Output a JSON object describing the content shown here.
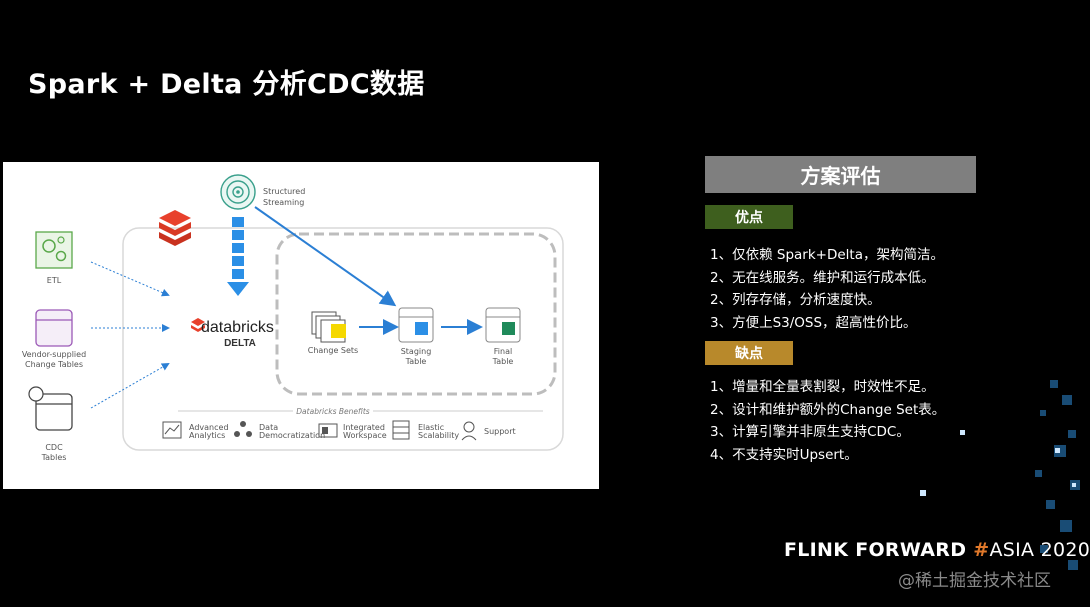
{
  "slide": {
    "title": "Spark + Delta 分析CDC数据"
  },
  "diagram": {
    "sources": [
      {
        "label": "ETL",
        "icon": "gear-icon"
      },
      {
        "label_line1": "Vendor-supplied",
        "label_line2": "Change Tables",
        "icon": "table-icon"
      },
      {
        "label_line1": "CDC",
        "label_line2": "Tables",
        "icon": "cdc-table-icon"
      }
    ],
    "streaming_line1": "Structured",
    "streaming_line2": "Streaming",
    "databricks_logo": "databricks",
    "delta_label": "DELTA",
    "change_sets": "Change Sets",
    "staging_line1": "Staging",
    "staging_line2": "Table",
    "final_line1": "Final",
    "final_line2": "Table",
    "benefits_title": "Databricks Benefits",
    "benefits": [
      {
        "line1": "Advanced",
        "line2": "Analytics"
      },
      {
        "line1": "Data",
        "line2": "Democratization"
      },
      {
        "line1": "Integrated",
        "line2": "Workspace"
      },
      {
        "line1": "Elastic",
        "line2": "Scalability"
      },
      {
        "line1": "Support",
        "line2": ""
      }
    ]
  },
  "evaluation": {
    "header": "方案评估",
    "pros_tag": "优点",
    "pros": [
      "1、仅依赖 Spark+Delta，架构简洁。",
      "2、无在线服务。维护和运行成本低。",
      "2、列存存储，分析速度快。",
      "3、方便上S3/OSS，超高性价比。"
    ],
    "cons_tag": "缺点",
    "cons": [
      "1、增量和全量表割裂，时效性不足。",
      "2、设计和维护额外的Change Set表。",
      "3、计算引擎并非原生支持CDC。",
      "4、不支持实时Upsert。"
    ]
  },
  "footer": {
    "brand": "FLINK FORWARD",
    "hash": "#",
    "event": "ASIA 2020",
    "watermark": "@稀土掘金技术社区"
  },
  "colors": {
    "pros": "#3e5f1e",
    "cons": "#b8892b",
    "header": "#7f7f7f",
    "arrow_blue": "#2b7fd4",
    "databricks_red": "#e8412c"
  }
}
